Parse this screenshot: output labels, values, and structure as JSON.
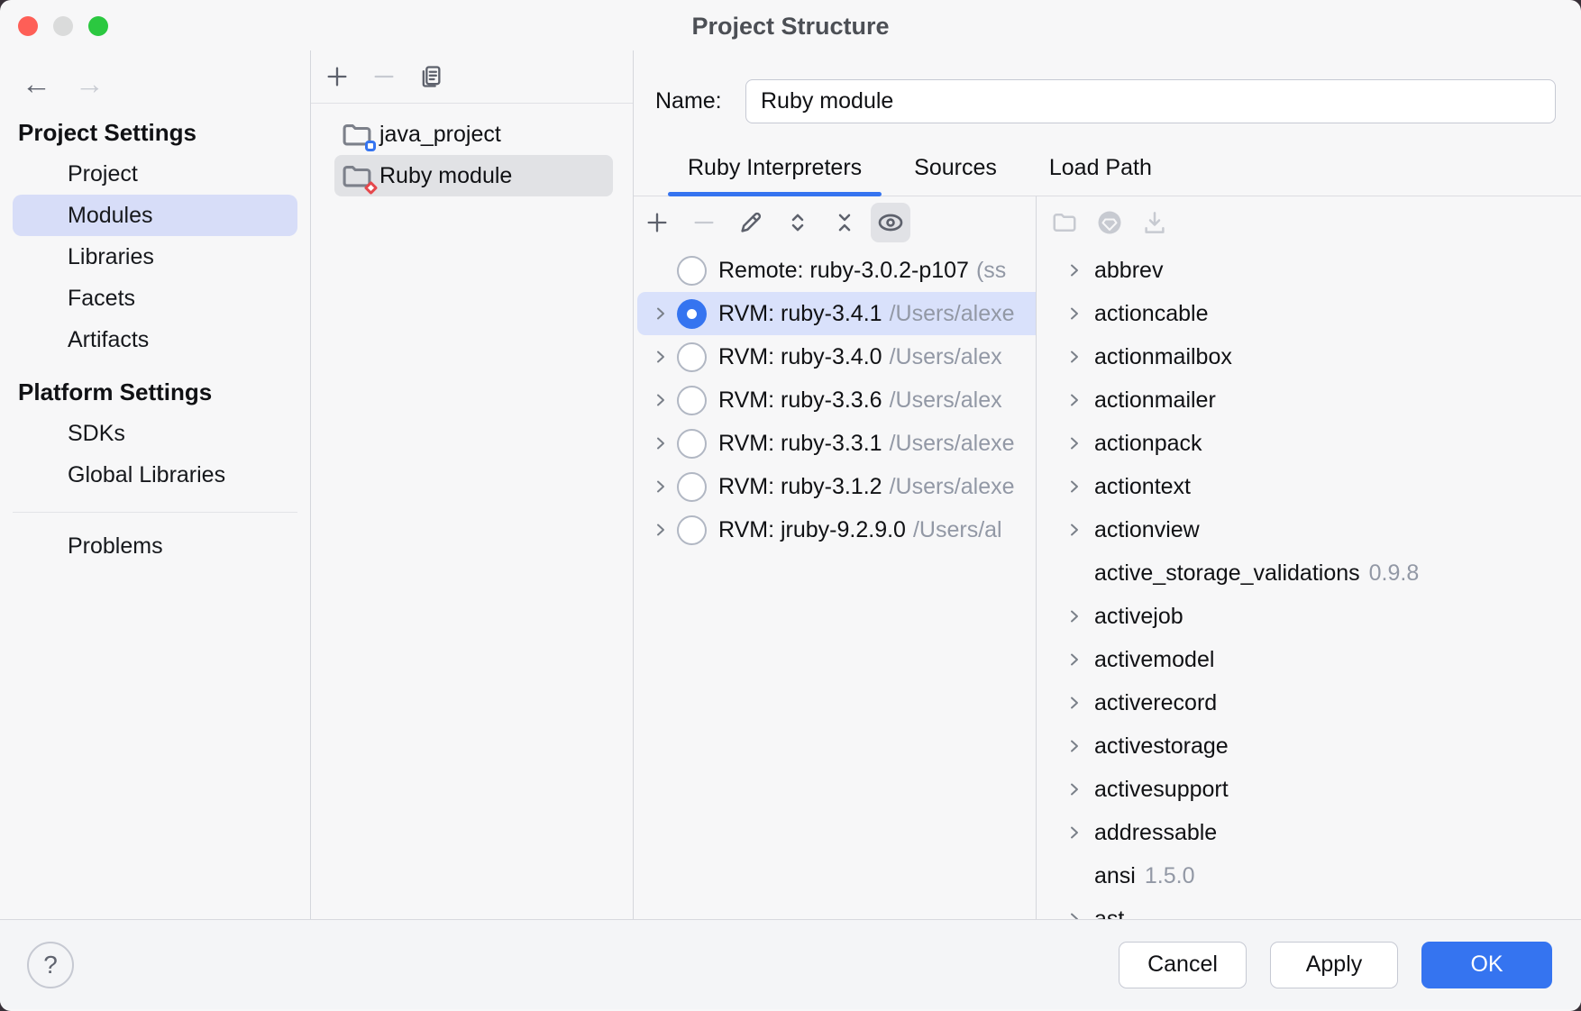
{
  "window": {
    "title": "Project Structure"
  },
  "titlebar_controls": [
    "close",
    "minimize",
    "zoom"
  ],
  "sidebar": {
    "sections": [
      {
        "label": "Project Settings",
        "items": [
          "Project",
          "Modules",
          "Libraries",
          "Facets",
          "Artifacts"
        ]
      },
      {
        "label": "Platform Settings",
        "items": [
          "SDKs",
          "Global Libraries"
        ]
      }
    ],
    "selected": "Modules",
    "problems_label": "Problems"
  },
  "modules_panel": {
    "items": [
      {
        "name": "java_project",
        "icon": "java-module-folder",
        "selected": false
      },
      {
        "name": "Ruby module",
        "icon": "ruby-module-folder",
        "selected": true
      }
    ]
  },
  "editor": {
    "name_label": "Name:",
    "name_value": "Ruby module",
    "tabs": [
      "Ruby Interpreters",
      "Sources",
      "Load Path"
    ],
    "active_tab": "Ruby Interpreters"
  },
  "toolbars": {
    "modules": [
      {
        "icon": "add",
        "enabled": true
      },
      {
        "icon": "remove",
        "enabled": false
      },
      {
        "icon": "copy",
        "enabled": true
      }
    ],
    "interpreters": [
      {
        "icon": "add",
        "enabled": true
      },
      {
        "icon": "remove",
        "enabled": false
      },
      {
        "icon": "edit",
        "enabled": true
      },
      {
        "icon": "expand-all",
        "enabled": true
      },
      {
        "icon": "collapse-all",
        "enabled": true
      },
      {
        "icon": "eye",
        "enabled": true,
        "toggled": true
      }
    ],
    "gems": [
      {
        "icon": "folder",
        "enabled": false
      },
      {
        "icon": "gem",
        "enabled": false
      },
      {
        "icon": "download",
        "enabled": false
      }
    ]
  },
  "interpreters": [
    {
      "name": "Remote: ruby-3.0.2-p107",
      "detail": "(ss",
      "expandable": false,
      "selected": false
    },
    {
      "name": "RVM: ruby-3.4.1",
      "detail": "/Users/alexe",
      "expandable": true,
      "selected": true
    },
    {
      "name": "RVM: ruby-3.4.0",
      "detail": "/Users/alex",
      "expandable": true,
      "selected": false
    },
    {
      "name": "RVM: ruby-3.3.6",
      "detail": "/Users/alex",
      "expandable": true,
      "selected": false
    },
    {
      "name": "RVM: ruby-3.3.1",
      "detail": "/Users/alexe",
      "expandable": true,
      "selected": false
    },
    {
      "name": "RVM: ruby-3.1.2",
      "detail": "/Users/alexe",
      "expandable": true,
      "selected": false
    },
    {
      "name": "RVM: jruby-9.2.9.0",
      "detail": "/Users/al",
      "expandable": true,
      "selected": false
    }
  ],
  "gems": [
    {
      "name": "abbrev",
      "version": "",
      "expandable": true
    },
    {
      "name": "actioncable",
      "version": "",
      "expandable": true
    },
    {
      "name": "actionmailbox",
      "version": "",
      "expandable": true
    },
    {
      "name": "actionmailer",
      "version": "",
      "expandable": true
    },
    {
      "name": "actionpack",
      "version": "",
      "expandable": true
    },
    {
      "name": "actiontext",
      "version": "",
      "expandable": true
    },
    {
      "name": "actionview",
      "version": "",
      "expandable": true
    },
    {
      "name": "active_storage_validations",
      "version": "0.9.8",
      "expandable": false
    },
    {
      "name": "activejob",
      "version": "",
      "expandable": true
    },
    {
      "name": "activemodel",
      "version": "",
      "expandable": true
    },
    {
      "name": "activerecord",
      "version": "",
      "expandable": true
    },
    {
      "name": "activestorage",
      "version": "",
      "expandable": true
    },
    {
      "name": "activesupport",
      "version": "",
      "expandable": true
    },
    {
      "name": "addressable",
      "version": "",
      "expandable": true
    },
    {
      "name": "ansi",
      "version": "1.5.0",
      "expandable": false
    },
    {
      "name": "ast",
      "version": "",
      "expandable": true
    }
  ],
  "footer": {
    "help": "?",
    "cancel": "Cancel",
    "apply": "Apply",
    "ok": "OK"
  },
  "colors": {
    "accent_blue": "#3574F0",
    "selected_row_blue": "#D9E1FB",
    "sidebar_selected": "#D7DDF8",
    "module_selected": "#E1E2E5",
    "secondary_text": "#9298A5",
    "traffic_red": "#FE5F57",
    "traffic_gray": "#DADBDB",
    "traffic_green": "#2BC840",
    "java_badge": "#3574F0",
    "ruby_badge": "#E5484D"
  }
}
